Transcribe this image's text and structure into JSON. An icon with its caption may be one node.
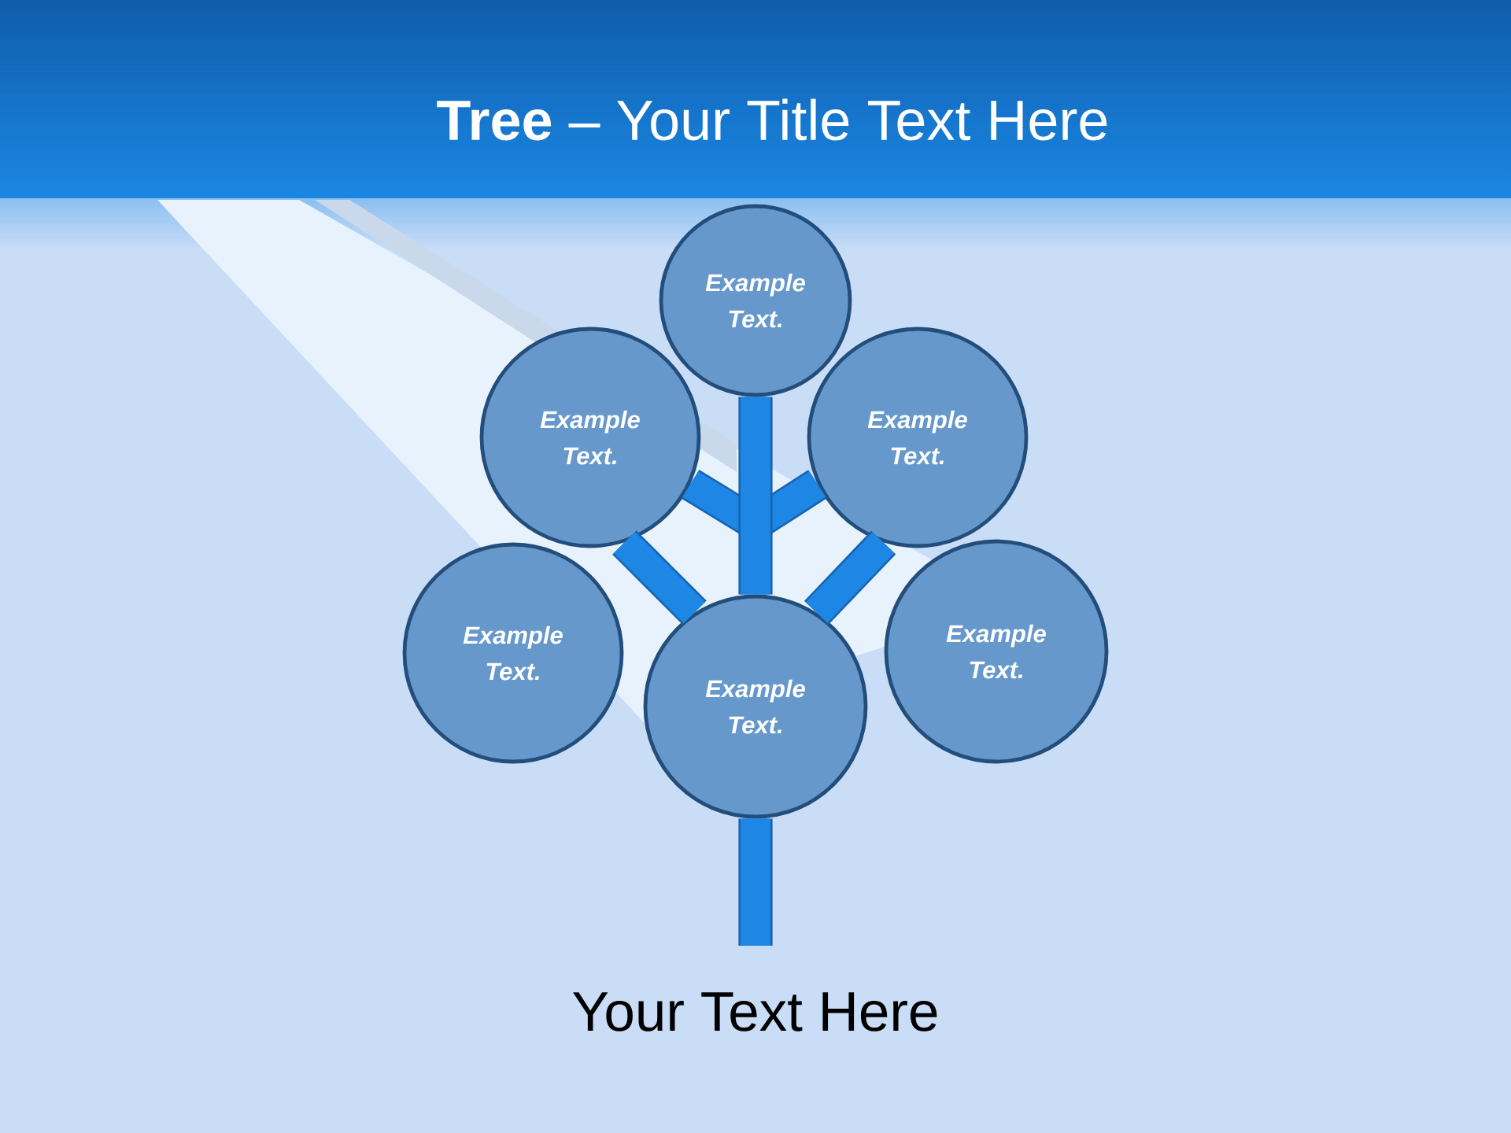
{
  "diagram": {
    "title": "**Tree** – Your Title Text Here",
    "nodes": [
      {
        "text": [
          "Example Text."
        ]
      },
      {
        "text": [
          "Example Text."
        ]
      },
      {
        "text": [
          "Example Text."
        ]
      },
      {
        "text": [
          "Example Text."
        ]
      },
      {
        "text": [
          "Example Text."
        ]
      },
      {
        "text": [
          "Example Text."
        ]
      }
    ],
    "edges": [
      {
        "from": 1,
        "to": null,
        "arrow": "none"
      },
      {
        "from": 2,
        "to": null,
        "arrow": "none"
      },
      {
        "from": 0,
        "to": 4,
        "arrow": "none"
      },
      {
        "from": 1,
        "to": 4,
        "arrow": "none"
      },
      {
        "from": 2,
        "to": 4,
        "arrow": "none"
      },
      {
        "from": null,
        "to": 4,
        "arrow": "none"
      }
    ],
    "labels": [
      "Your Text Here"
    ]
  }
}
